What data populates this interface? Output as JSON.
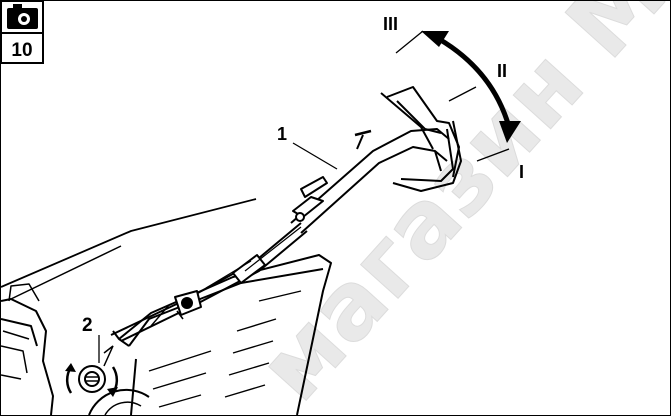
{
  "badge": {
    "icon": "camera-icon",
    "number": "10"
  },
  "labels": {
    "handle": "1",
    "knob": "2",
    "pos_high": "III",
    "pos_mid": "II",
    "pos_low": "I"
  },
  "watermark": {
    "text": "магазин М"
  },
  "colors": {
    "line": "#000000",
    "background": "#ffffff",
    "watermark": "#e6e6e6"
  }
}
